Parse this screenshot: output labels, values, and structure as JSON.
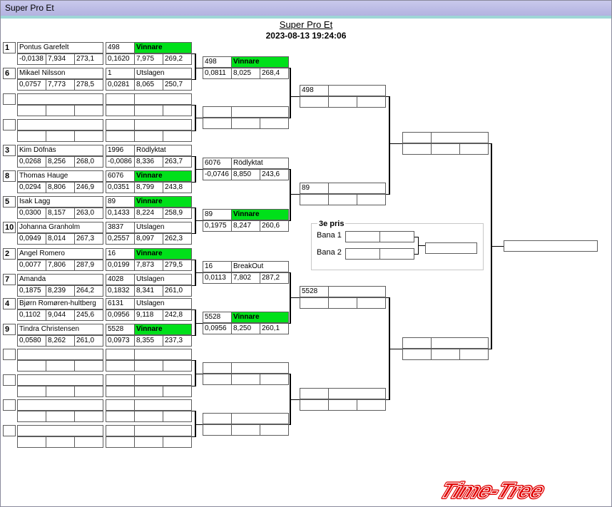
{
  "window": {
    "title": "Super Pro Et"
  },
  "header": {
    "title": "Super Pro Et",
    "datetime": "2023-08-13 19:24:06"
  },
  "colors": {
    "winner": "#00e01a",
    "logo": "#e00000"
  },
  "logo_text": "Time-Tree",
  "round1": [
    {
      "seed": "1",
      "name": "Pontus Garefelt",
      "rt": "-0,0138",
      "et": "7,934",
      "speed": "273,1",
      "opp_no": "498",
      "status": "Vinnare",
      "winner": true,
      "rt2": "0,1620",
      "et2": "7,975",
      "speed2": "269,2"
    },
    {
      "seed": "6",
      "name": "Mikael Nilsson",
      "rt": "0,0757",
      "et": "7,773",
      "speed": "278,5",
      "opp_no": "1",
      "status": "Utslagen",
      "winner": false,
      "rt2": "0,0281",
      "et2": "8,065",
      "speed2": "250,7"
    },
    {
      "seed": "",
      "name": "",
      "rt": "",
      "et": "",
      "speed": "",
      "opp_no": "",
      "status": "",
      "winner": false,
      "rt2": "",
      "et2": "",
      "speed2": ""
    },
    {
      "seed": "",
      "name": "",
      "rt": "",
      "et": "",
      "speed": "",
      "opp_no": "",
      "status": "",
      "winner": false,
      "rt2": "",
      "et2": "",
      "speed2": ""
    },
    {
      "seed": "3",
      "name": "Kim Döfnäs",
      "rt": "0,0268",
      "et": "8,256",
      "speed": "268,0",
      "opp_no": "1996",
      "status": "Rödlyktat",
      "winner": false,
      "rt2": "-0,0086",
      "et2": "8,336",
      "speed2": "263,7"
    },
    {
      "seed": "8",
      "name": "Thomas Hauge",
      "rt": "0,0294",
      "et": "8,806",
      "speed": "246,9",
      "opp_no": "6076",
      "status": "Vinnare",
      "winner": true,
      "rt2": "0,0351",
      "et2": "8,799",
      "speed2": "243,8"
    },
    {
      "seed": "5",
      "name": "Isak Lagg",
      "rt": "0,0300",
      "et": "8,157",
      "speed": "263,0",
      "opp_no": "89",
      "status": "Vinnare",
      "winner": true,
      "rt2": "0,1433",
      "et2": "8,224",
      "speed2": "258,9"
    },
    {
      "seed": "10",
      "name": "Johanna Granholm",
      "rt": "0,0949",
      "et": "8,014",
      "speed": "267,3",
      "opp_no": "3837",
      "status": "Utslagen",
      "winner": false,
      "rt2": "0,2557",
      "et2": "8,097",
      "speed2": "262,3"
    },
    {
      "seed": "2",
      "name": "Angel Romero",
      "rt": "0,0077",
      "et": "7,806",
      "speed": "287,9",
      "opp_no": "16",
      "status": "Vinnare",
      "winner": true,
      "rt2": "0,0199",
      "et2": "7,873",
      "speed2": "279,5"
    },
    {
      "seed": "7",
      "name": "Amanda",
      "rt": "0,1875",
      "et": "8,239",
      "speed": "264,2",
      "opp_no": "4028",
      "status": "Utslagen",
      "winner": false,
      "rt2": "0,1832",
      "et2": "8,341",
      "speed2": "261,0"
    },
    {
      "seed": "4",
      "name": "Bjørn Romøren-hultberg",
      "rt": "0,1102",
      "et": "9,044",
      "speed": "245,6",
      "opp_no": "6131",
      "status": "Utslagen",
      "winner": false,
      "rt2": "0,0956",
      "et2": "9,118",
      "speed2": "242,8"
    },
    {
      "seed": "9",
      "name": "Tindra Christensen",
      "rt": "0,0580",
      "et": "8,262",
      "speed": "261,0",
      "opp_no": "5528",
      "status": "Vinnare",
      "winner": true,
      "rt2": "0,0973",
      "et2": "8,355",
      "speed2": "237,3"
    },
    {
      "seed": "",
      "name": "",
      "rt": "",
      "et": "",
      "speed": "",
      "opp_no": "",
      "status": "",
      "winner": false,
      "rt2": "",
      "et2": "",
      "speed2": ""
    },
    {
      "seed": "",
      "name": "",
      "rt": "",
      "et": "",
      "speed": "",
      "opp_no": "",
      "status": "",
      "winner": false,
      "rt2": "",
      "et2": "",
      "speed2": ""
    },
    {
      "seed": "",
      "name": "",
      "rt": "",
      "et": "",
      "speed": "",
      "opp_no": "",
      "status": "",
      "winner": false,
      "rt2": "",
      "et2": "",
      "speed2": ""
    },
    {
      "seed": "",
      "name": "",
      "rt": "",
      "et": "",
      "speed": "",
      "opp_no": "",
      "status": "",
      "winner": false,
      "rt2": "",
      "et2": "",
      "speed2": ""
    }
  ],
  "round2": [
    {
      "no": "498",
      "status": "Vinnare",
      "winner": true,
      "rt": "0,0811",
      "et": "8,025",
      "speed": "268,4"
    },
    {
      "no": "",
      "status": "",
      "winner": false,
      "rt": "",
      "et": "",
      "speed": ""
    },
    {
      "no": "6076",
      "status": "Rödlyktat",
      "winner": false,
      "rt": "-0,0746",
      "et": "8,850",
      "speed": "243,6"
    },
    {
      "no": "89",
      "status": "Vinnare",
      "winner": true,
      "rt": "0,1975",
      "et": "8,247",
      "speed": "260,6"
    },
    {
      "no": "16",
      "status": "BreakOut",
      "winner": false,
      "rt": "0,0113",
      "et": "7,802",
      "speed": "287,2"
    },
    {
      "no": "5528",
      "status": "Vinnare",
      "winner": true,
      "rt": "0,0956",
      "et": "8,250",
      "speed": "260,1"
    },
    {
      "no": "",
      "status": "",
      "winner": false,
      "rt": "",
      "et": "",
      "speed": ""
    },
    {
      "no": "",
      "status": "",
      "winner": false,
      "rt": "",
      "et": "",
      "speed": ""
    }
  ],
  "round3": [
    {
      "no": "498",
      "status": "",
      "winner": false,
      "rt": "",
      "et": "",
      "speed": ""
    },
    {
      "no": "89",
      "status": "",
      "winner": false,
      "rt": "",
      "et": "",
      "speed": ""
    },
    {
      "no": "5528",
      "status": "",
      "winner": false,
      "rt": "",
      "et": "",
      "speed": ""
    },
    {
      "no": "",
      "status": "",
      "winner": false,
      "rt": "",
      "et": "",
      "speed": ""
    }
  ],
  "round4": [
    {
      "no": "",
      "status": "",
      "winner": false,
      "rt": "",
      "et": "",
      "speed": ""
    },
    {
      "no": "",
      "status": "",
      "winner": false,
      "rt": "",
      "et": "",
      "speed": ""
    }
  ],
  "final": {
    "value": ""
  },
  "third_place": {
    "title": "3e pris",
    "lane1_label": "Bana 1",
    "lane2_label": "Bana 2",
    "lane1_value": "",
    "lane2_value": "",
    "result": ""
  }
}
